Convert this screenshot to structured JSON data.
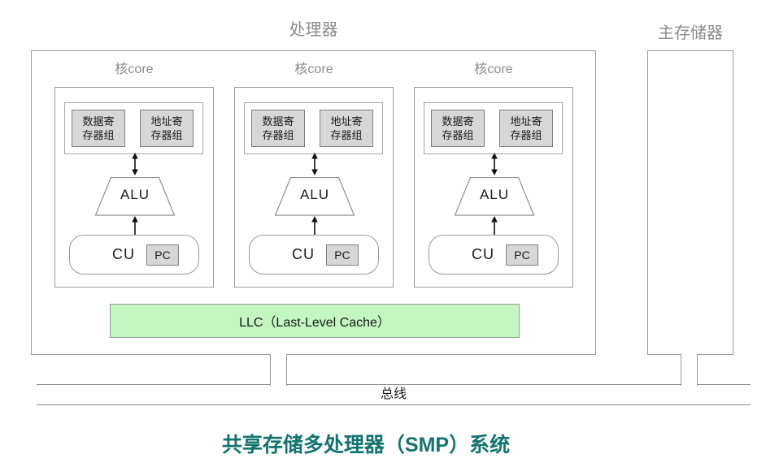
{
  "colors": {
    "caption_teal": "#11756d",
    "llc_green": "#c3f6c1",
    "register_fill_gray": "#d7d7d7",
    "border_gray": "#9a9a9a",
    "label_gray": "#8c8c8c"
  },
  "processor": {
    "label": "处理器",
    "cores": [
      {
        "label": "核core",
        "data_register": {
          "line1": "数据寄",
          "line2": "存器组"
        },
        "address_register": {
          "line1": "地址寄",
          "line2": "存器组"
        },
        "alu_label": "ALU",
        "cu_label": "CU",
        "pc_label": "PC"
      },
      {
        "label": "核core",
        "data_register": {
          "line1": "数据寄",
          "line2": "存器组"
        },
        "address_register": {
          "line1": "地址寄",
          "line2": "存器组"
        },
        "alu_label": "ALU",
        "cu_label": "CU",
        "pc_label": "PC"
      },
      {
        "label": "核core",
        "data_register": {
          "line1": "数据寄",
          "line2": "存器组"
        },
        "address_register": {
          "line1": "地址寄",
          "line2": "存器组"
        },
        "alu_label": "ALU",
        "cu_label": "CU",
        "pc_label": "PC"
      }
    ],
    "llc_label": "LLC（Last-Level Cache）"
  },
  "main_memory": {
    "label": "主存储器"
  },
  "bus": {
    "label": "总线"
  },
  "caption": "共享存储多处理器（SMP）系统"
}
